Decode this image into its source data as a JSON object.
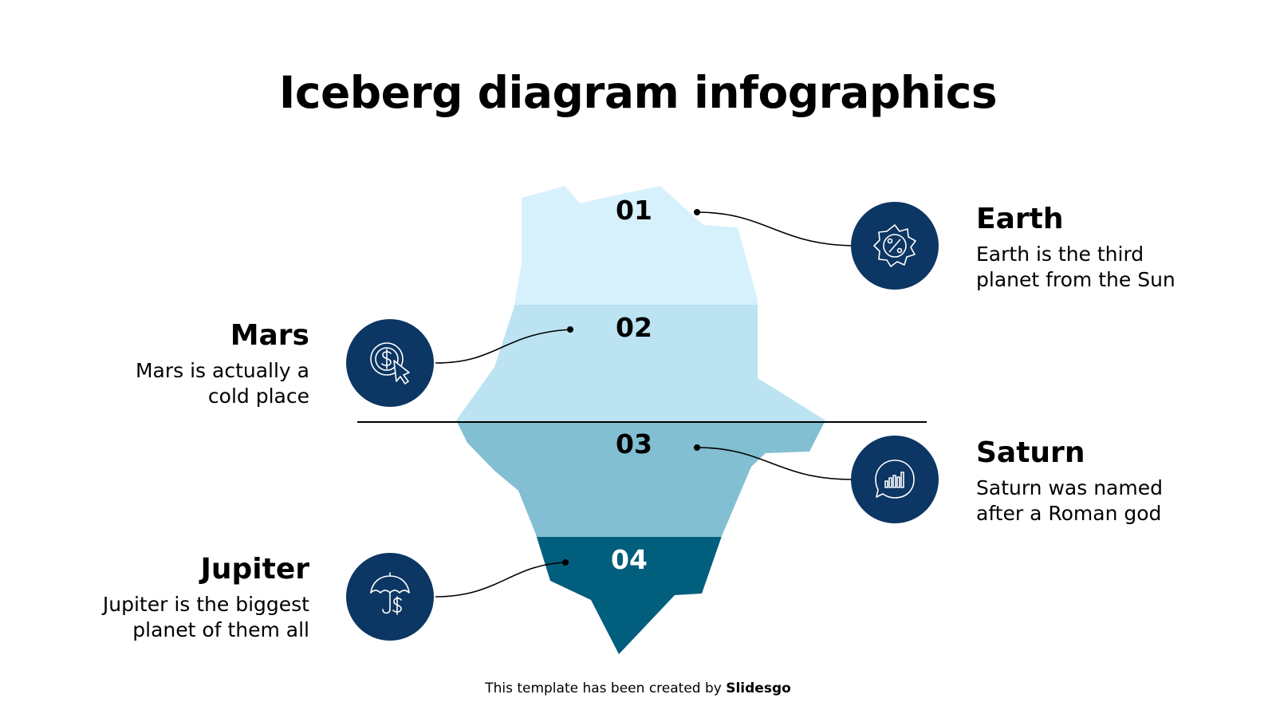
{
  "title": "Iceberg diagram infographics",
  "layers": [
    {
      "number": "01",
      "color": "#d6f1fb"
    },
    {
      "number": "02",
      "color": "#bce3f1"
    },
    {
      "number": "03",
      "color": "#82bfd2"
    },
    {
      "number": "04",
      "color": "#025e7d"
    }
  ],
  "items": [
    {
      "key": "earth",
      "title": "Earth",
      "desc_line1": "Earth is the third",
      "desc_line2": "planet from the Sun",
      "icon": "percent-badge-icon"
    },
    {
      "key": "mars",
      "title": "Mars",
      "desc_line1": "Mars is actually a",
      "desc_line2": "cold place",
      "icon": "dollar-coin-cursor-icon"
    },
    {
      "key": "saturn",
      "title": "Saturn",
      "desc_line1": "Saturn was named",
      "desc_line2": "after a Roman god",
      "icon": "chart-speech-bubble-icon"
    },
    {
      "key": "jupiter",
      "title": "Jupiter",
      "desc_line1": "Jupiter is the biggest",
      "desc_line2": "planet of them all",
      "icon": "umbrella-dollar-icon"
    }
  ],
  "colors": {
    "circle": "#0c3663",
    "waterline": "#000000",
    "text": "#000000",
    "number_light": "#000000",
    "number_dark": "#ffffff"
  },
  "footer": {
    "prefix": "This template has been created by",
    "brand": "Slidesgo"
  }
}
